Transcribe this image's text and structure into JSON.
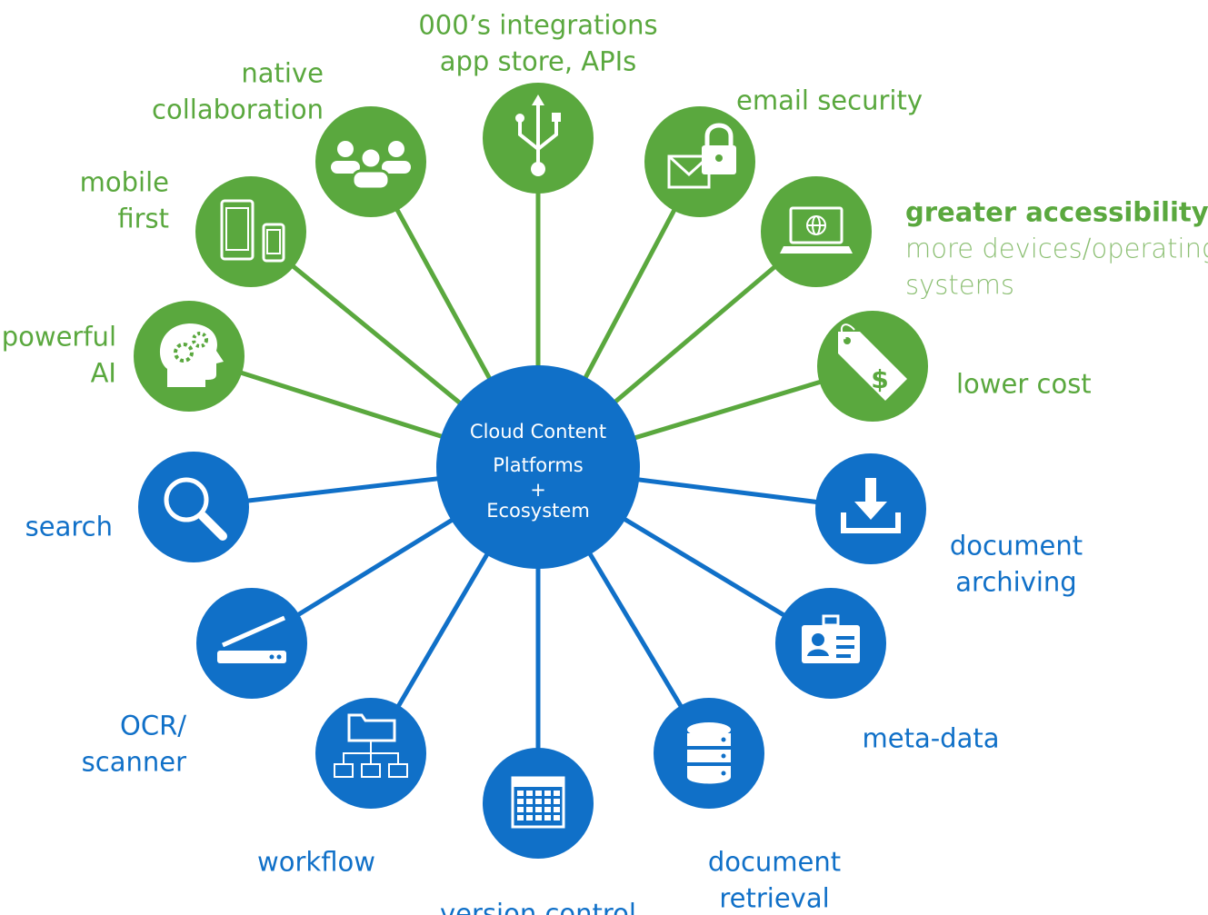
{
  "colors": {
    "green": "#5aa83e",
    "blue": "#1070c8",
    "green_light": "#8cbf73",
    "white": "#ffffff"
  },
  "hub": {
    "lines": [
      "Cloud Content",
      "Platforms",
      "+",
      "Ecosystem"
    ]
  },
  "nodes": [
    {
      "id": "integrations",
      "icon": "usb-icon",
      "color": "green",
      "label": [
        "000’s integrations",
        "app store, APIs"
      ]
    },
    {
      "id": "collaboration",
      "icon": "users-icon",
      "color": "green",
      "label": [
        "native",
        "collaboration"
      ]
    },
    {
      "id": "mobile",
      "icon": "devices-icon",
      "color": "green",
      "label": [
        "mobile",
        "first"
      ]
    },
    {
      "id": "ai",
      "icon": "ai-head-icon",
      "color": "green",
      "label": [
        "powerful",
        "AI"
      ]
    },
    {
      "id": "email",
      "icon": "email-lock-icon",
      "color": "green",
      "label": [
        "email security"
      ]
    },
    {
      "id": "accessibility",
      "icon": "laptop-globe-icon",
      "color": "green",
      "label": [
        "greater accessibility"
      ],
      "sublabel": [
        "more devices/operating",
        "systems"
      ]
    },
    {
      "id": "cost",
      "icon": "price-tag-icon",
      "color": "green",
      "label": [
        "lower cost"
      ]
    },
    {
      "id": "search",
      "icon": "magnifier-icon",
      "color": "blue",
      "label": [
        "search"
      ]
    },
    {
      "id": "ocr",
      "icon": "scanner-icon",
      "color": "blue",
      "label": [
        "OCR/",
        "scanner"
      ]
    },
    {
      "id": "workflow",
      "icon": "folder-tree-icon",
      "color": "blue",
      "label": [
        "workflow"
      ]
    },
    {
      "id": "version",
      "icon": "calendar-grid-icon",
      "color": "blue",
      "label": [
        "version control"
      ]
    },
    {
      "id": "retrieval",
      "icon": "database-icon",
      "color": "blue",
      "label": [
        "document",
        "retrieval"
      ]
    },
    {
      "id": "metadata",
      "icon": "id-card-icon",
      "color": "blue",
      "label": [
        "meta-data"
      ]
    },
    {
      "id": "archiving",
      "icon": "download-tray-icon",
      "color": "blue",
      "label": [
        "document",
        "archiving"
      ]
    }
  ]
}
